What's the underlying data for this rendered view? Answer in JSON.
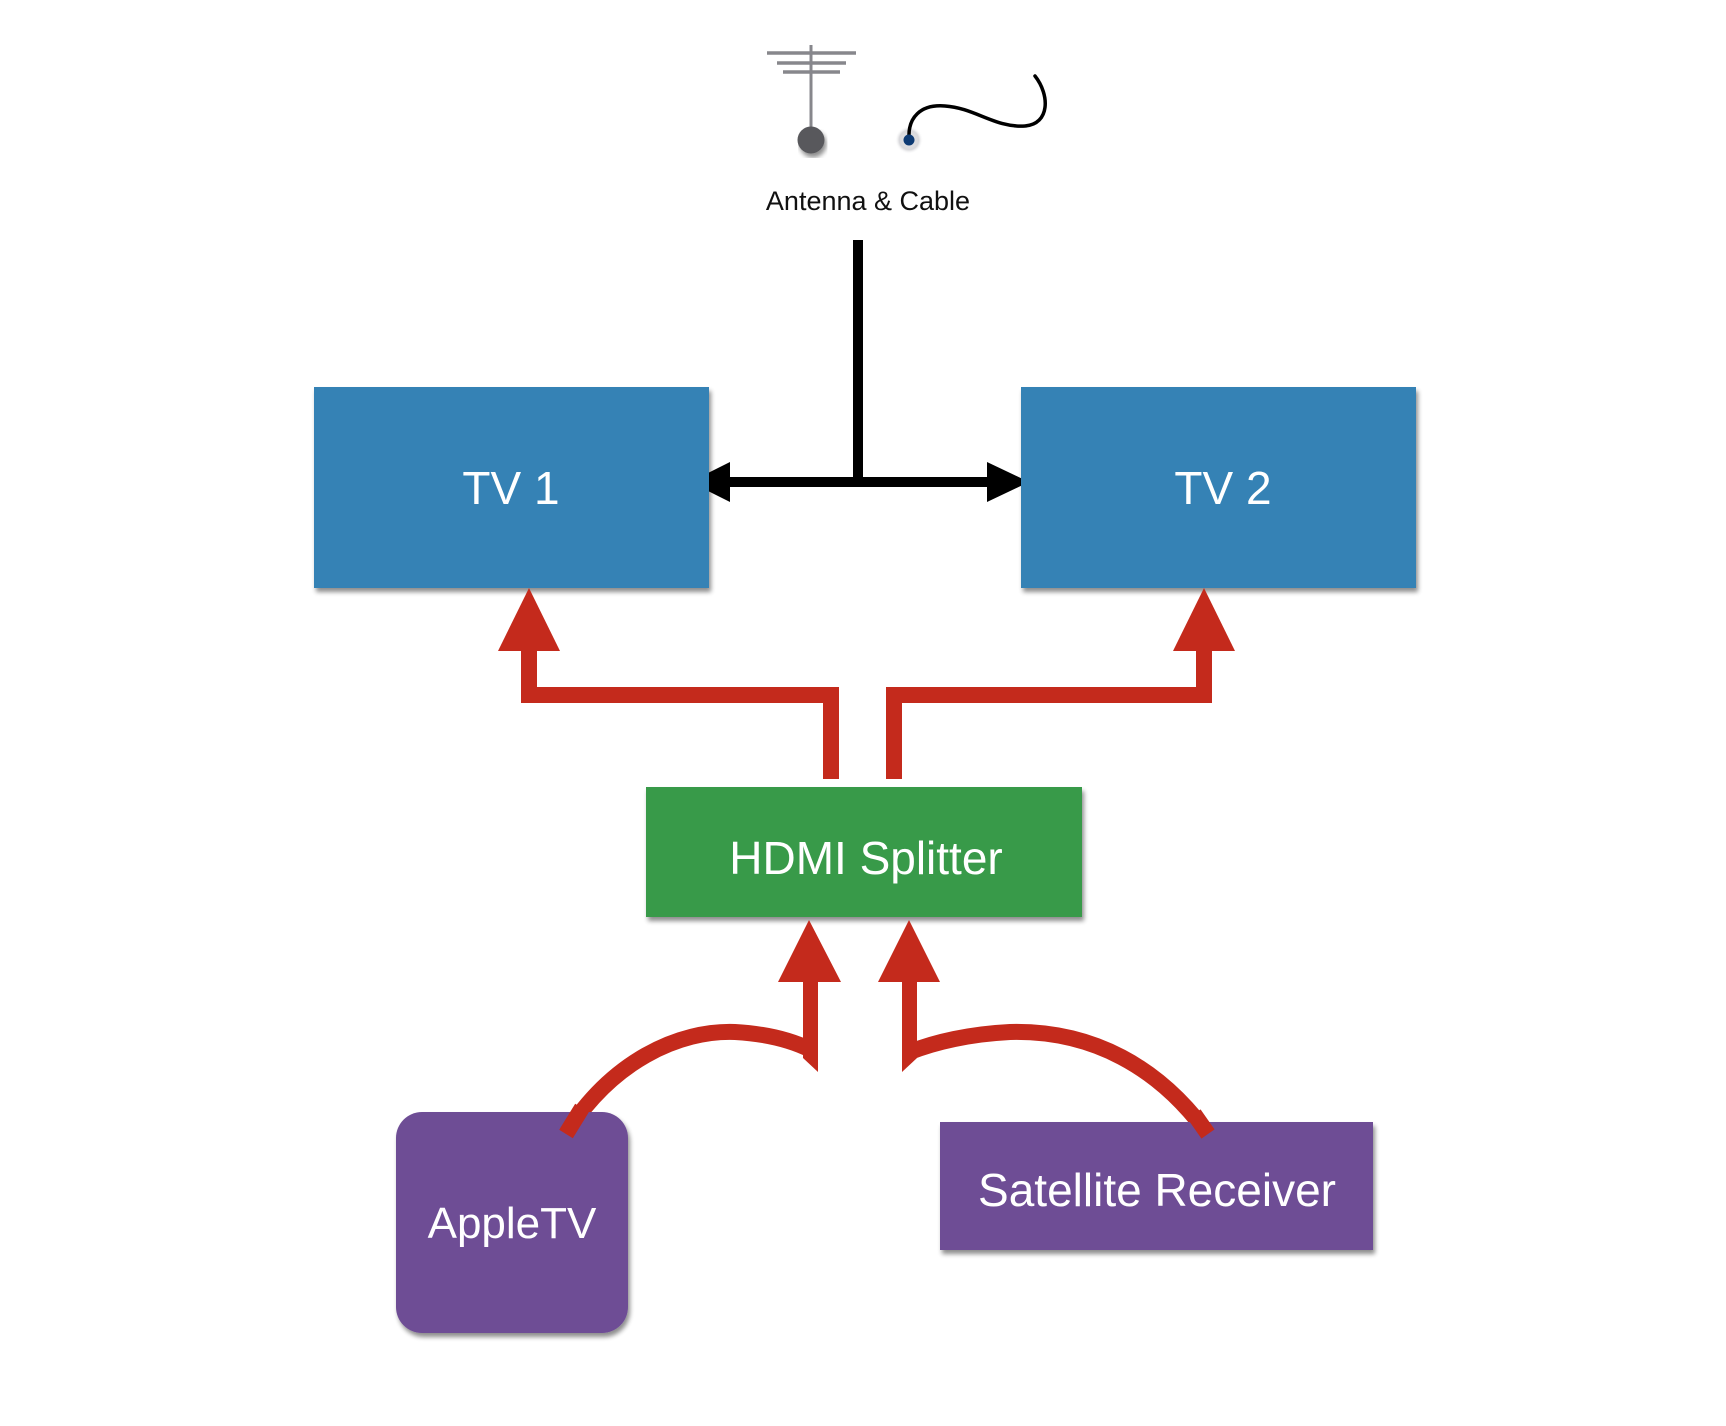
{
  "title": "Home TV wiring diagram",
  "colors": {
    "tv": "#3582b5",
    "splitter": "#389a48",
    "source": "#6e4d95",
    "hdmi_arrow": "#c42a1c",
    "coax_line": "#000000",
    "antenna": "#87878c",
    "antenna_ball": "#58585c",
    "cable_plug": "#0d3a73",
    "label_on_box": "#ffffff",
    "caption": "#111111"
  },
  "antenna_source": {
    "label": "Antenna & Cable",
    "icons": [
      "antenna-icon",
      "coax-cable-icon"
    ]
  },
  "nodes": {
    "tv1": {
      "label": "TV 1"
    },
    "tv2": {
      "label": "TV 2"
    },
    "splitter": {
      "label": "HDMI Splitter"
    },
    "appletv": {
      "label": "AppleTV"
    },
    "satellite": {
      "label": "Satellite Receiver"
    }
  },
  "connections": [
    {
      "from": "antenna_source",
      "to": [
        "tv1",
        "tv2"
      ],
      "kind": "coax"
    },
    {
      "from": "splitter",
      "to": "tv1",
      "kind": "hdmi"
    },
    {
      "from": "splitter",
      "to": "tv2",
      "kind": "hdmi"
    },
    {
      "from": "appletv",
      "to": "splitter",
      "kind": "hdmi"
    },
    {
      "from": "satellite",
      "to": "splitter",
      "kind": "hdmi"
    }
  ]
}
